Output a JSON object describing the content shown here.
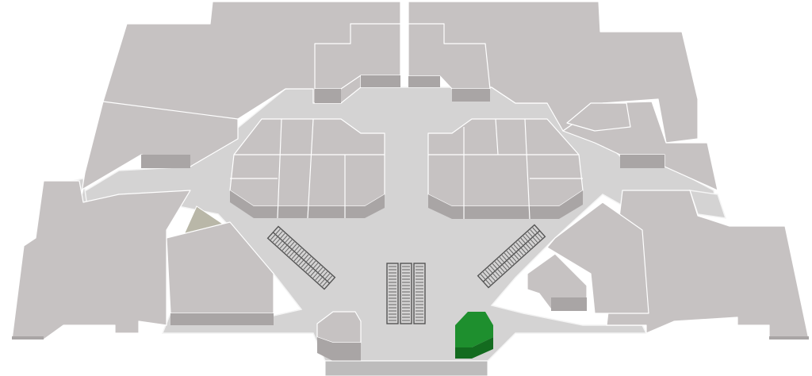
{
  "map": {
    "colors": {
      "store_fill": "#c6c2c2",
      "store_side": "#a9a5a5",
      "corridor_fill": "#d4d3d3",
      "corridor_edge": "#f2f2f2",
      "outline": "#ffffff",
      "escalator": "#555555",
      "highlight_store": "#1e8f2e",
      "highlight_side": "#136b1f",
      "shaded_store": "#b7b5a9"
    },
    "escalators": [
      {
        "name": "escalator-left",
        "orientation": "diagonal-left"
      },
      {
        "name": "escalator-center-a",
        "orientation": "vertical"
      },
      {
        "name": "escalator-center-b",
        "orientation": "vertical"
      },
      {
        "name": "escalator-right",
        "orientation": "diagonal-right"
      }
    ],
    "highlighted_store": {
      "name": "highlighted-store",
      "color": "#1e8f2e"
    }
  }
}
